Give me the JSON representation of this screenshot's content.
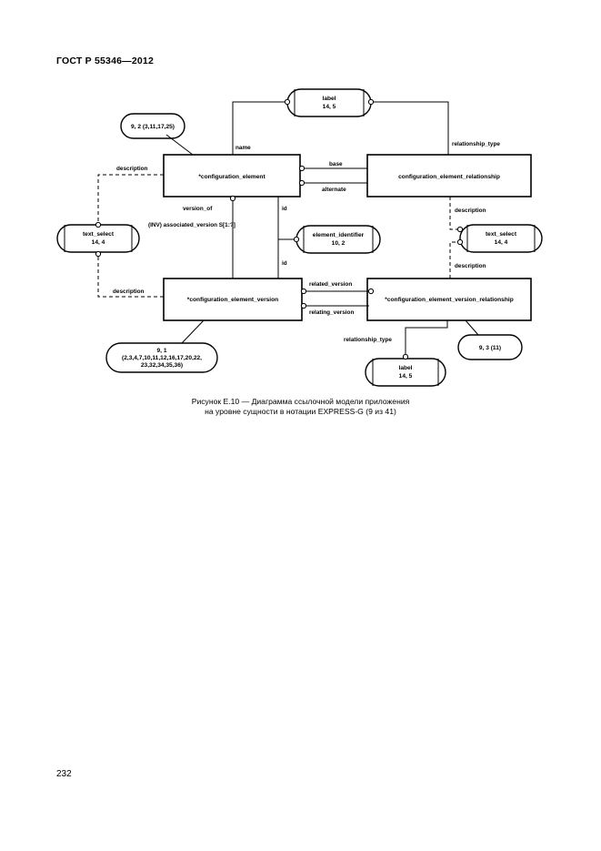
{
  "header": {
    "standard_id": "ГОСТ Р 55346—2012"
  },
  "diagram": {
    "entities": {
      "config_element": "*configuration_element",
      "config_element_relationship": "configuration_element_relationship",
      "config_element_version": "*configuration_element_version",
      "config_element_version_relationship": "*configuration_element_version_relationship"
    },
    "types": {
      "label_top": [
        "label",
        "14, 5"
      ],
      "text_select_left": [
        "text_select",
        "14, 4"
      ],
      "text_select_right": [
        "text_select",
        "14, 4"
      ],
      "element_identifier": [
        "element_identifier",
        "10, 2"
      ],
      "label_bottom": [
        "label",
        "14, 5"
      ]
    },
    "references": {
      "ref_top": "9, 2 (3,11,17,25)",
      "ref_right": "9, 3 (11)",
      "ref_bottom": [
        "9, 1",
        "(2,3,4,7,10,11,12,16,17,20,22,",
        "23,32,34,35,36)"
      ]
    },
    "attributes": {
      "name": "name",
      "relationship_type_top": "relationship_type",
      "description_top_left": "description",
      "base": "base",
      "alternate": "alternate",
      "version_of": "version_of",
      "inverse": "(INV) associated_version S[1:?]",
      "id_upper": "id",
      "id_lower": "id",
      "description_right_upper": "description",
      "description_right_lower": "description",
      "description_bottom_left": "description",
      "related_version": "related_version",
      "relating_version": "relating_version",
      "relationship_type_bottom": "relationship_type"
    }
  },
  "caption": {
    "line1": "Рисунок E.10 — Диаграмма ссылочной модели приложения",
    "line2": "на уровне сущности в нотации EXPRESS-G (9 из 41)"
  },
  "page_number": "232"
}
